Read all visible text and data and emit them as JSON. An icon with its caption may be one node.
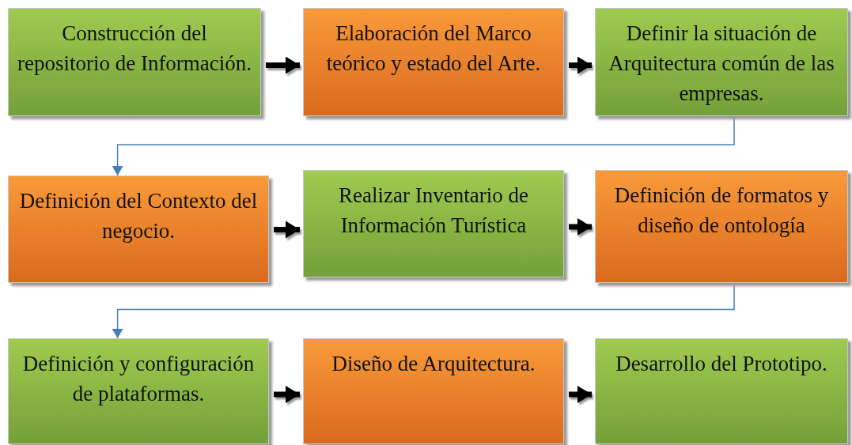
{
  "diagram": {
    "nodes": [
      {
        "text": [
          "Construcción del repositorio de Información."
        ]
      },
      {
        "text": [
          "Elaboración del Marco teórico y estado del Arte."
        ]
      },
      {
        "text": [
          "Definir la situación de Arquitectura común de las empresas."
        ]
      },
      {
        "text": [
          "Definición del Contexto del negocio."
        ]
      },
      {
        "text": [
          "Realizar Inventario de Información Turística"
        ]
      },
      {
        "text": [
          "Definición de formatos y diseño de ontología"
        ]
      },
      {
        "text": [
          "Definición y configuración de plataformas."
        ]
      },
      {
        "text": [
          "Diseño de Arquitectura."
        ]
      },
      {
        "text": [
          "Desarrollo del Prototipo."
        ]
      }
    ],
    "edges": [
      {
        "from": 0,
        "to": 1,
        "arrow": "to"
      },
      {
        "from": 1,
        "to": 2,
        "arrow": "to"
      },
      {
        "from": 2,
        "to": 3,
        "arrow": "to",
        "color": "#4a7ebb"
      },
      {
        "from": 3,
        "to": 4,
        "arrow": "to"
      },
      {
        "from": 4,
        "to": 5,
        "arrow": "to"
      },
      {
        "from": 5,
        "to": 6,
        "arrow": "to",
        "color": "#4a7ebb"
      },
      {
        "from": 6,
        "to": 7,
        "arrow": "to"
      },
      {
        "from": 7,
        "to": 8,
        "arrow": "to"
      }
    ]
  }
}
